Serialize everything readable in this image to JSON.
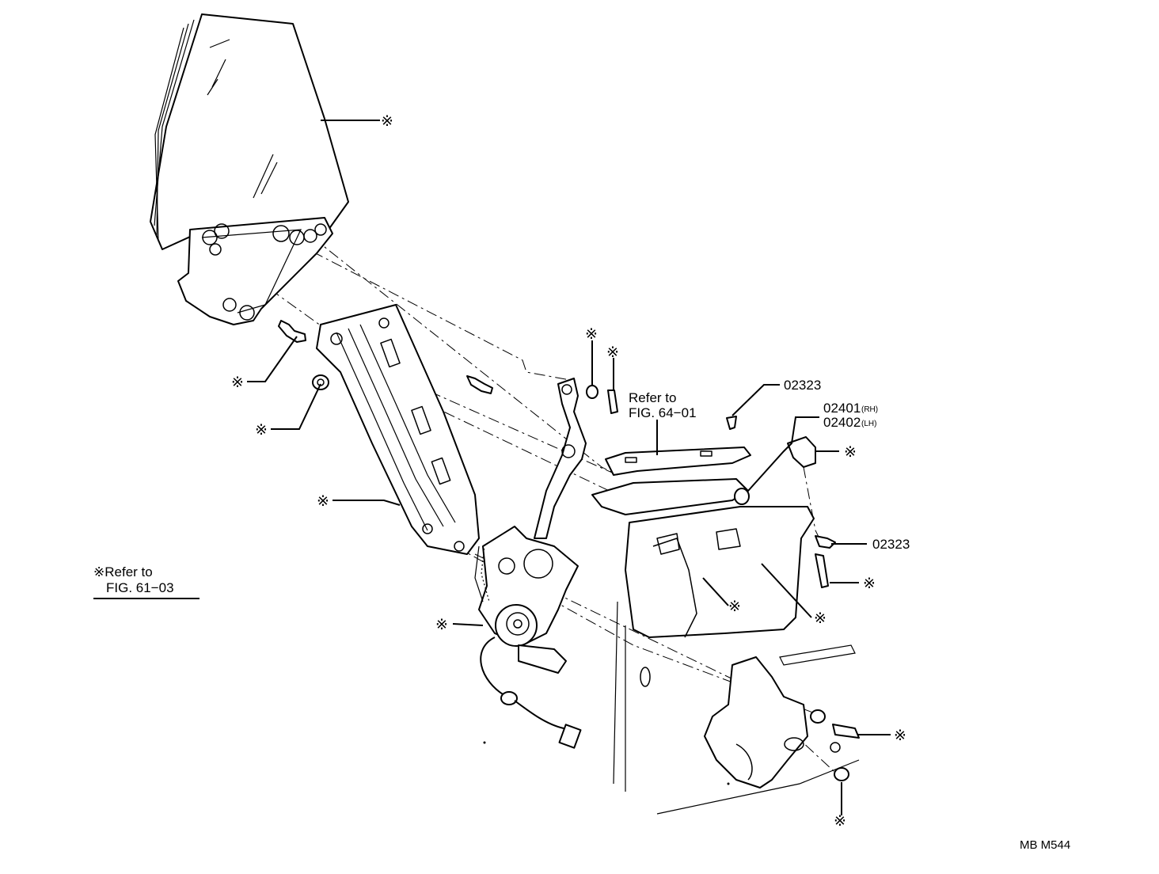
{
  "diagram": {
    "callout_symbol": "※",
    "figure_id": "MB M544",
    "labels": {
      "part_02323_top": "02323",
      "part_02401": "02401",
      "part_02401_suffix": "(RH)",
      "part_02402": "02402",
      "part_02402_suffix": "(LH)",
      "part_02323_right": "02323",
      "refer_64_line1": "Refer to",
      "refer_64_line2": "FIG. 64−01",
      "refer_61_line1": "※Refer to",
      "refer_61_line2": "FIG. 61−03"
    }
  }
}
